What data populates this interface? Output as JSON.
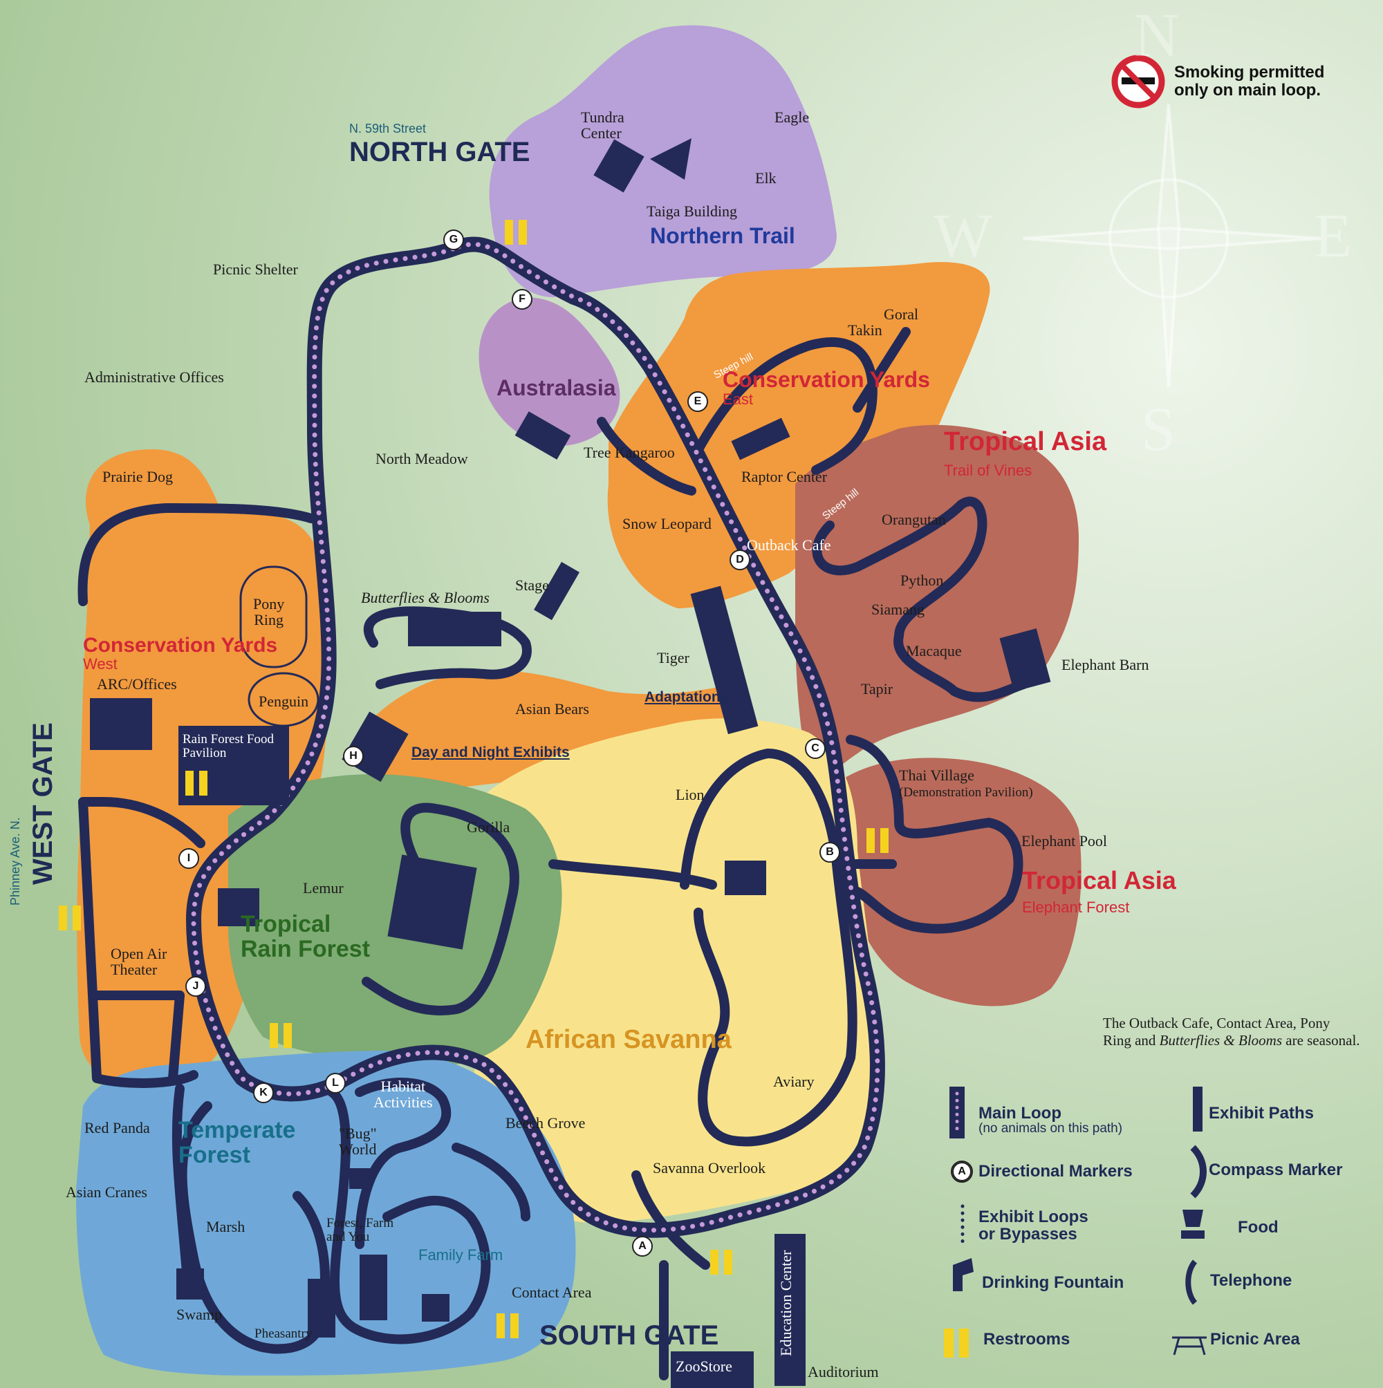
{
  "notice": {
    "line1": "Smoking permitted",
    "line2": "only on main loop.",
    "icon": "no-smoking-icon"
  },
  "compass": {
    "n": "N",
    "s": "S",
    "e": "E",
    "w": "W"
  },
  "gates": {
    "north": {
      "label": "NORTH GATE",
      "street": "N. 59th Street"
    },
    "west": {
      "label": "WEST GATE",
      "street": "Phinney Ave. N."
    },
    "south": {
      "label": "SOUTH GATE"
    }
  },
  "zones": {
    "northern_trail": "Northern Trail",
    "australasia": "Australasia",
    "cons_east": {
      "title": "Conservation Yards",
      "sub": "East"
    },
    "tropical_asia_vines": {
      "title": "Tropical Asia",
      "sub": "Trail of Vines"
    },
    "cons_west": {
      "title": "Conservation Yards",
      "sub": "West"
    },
    "adaptations": "Adaptations",
    "day_night": "Day and Night Exhibits",
    "tropical_rain_forest": {
      "line1": "Tropical",
      "line2": "Rain Forest"
    },
    "tropical_asia_elephant": {
      "title": "Tropical Asia",
      "sub": "Elephant Forest"
    },
    "african_savanna": "African Savanna",
    "temperate_forest": {
      "line1": "Temperate",
      "line2": "Forest"
    },
    "family_farm": "Family Farm"
  },
  "labels": {
    "tundra": {
      "l1": "Tundra",
      "l2": "Center"
    },
    "eagle": "Eagle",
    "elk": "Elk",
    "taiga": "Taiga Building",
    "picnic_shelter": "Picnic Shelter",
    "admin": "Administrative Offices",
    "goral": "Goral",
    "takin": "Takin",
    "steep1": "Steep hill",
    "steep2": "Steep hill",
    "north_meadow": "North Meadow",
    "tree_kangaroo": "Tree Kangaroo",
    "raptor": "Raptor Center",
    "prairie_dog": "Prairie Dog",
    "snow_leopard": "Snow Leopard",
    "outback_cafe": "Outback Cafe",
    "orangutan": "Orangutan",
    "python": "Python",
    "siamang": "Siamang",
    "stage": "Stage",
    "butterflies": "Butterflies & Blooms",
    "pony": {
      "l1": "Pony",
      "l2": "Ring"
    },
    "macaque": "Macaque",
    "elephant_barn": "Elephant Barn",
    "tiger": "Tiger",
    "tapir": "Tapir",
    "arc": "ARC/Offices",
    "penguin": "Penguin",
    "asian_bears": "Asian Bears",
    "rain_food": {
      "l1": "Rain Forest Food",
      "l2": "Pavilion"
    },
    "thai": {
      "l1": "Thai Village",
      "l2": "(Demonstration Pavilion)"
    },
    "lion": "Lion",
    "gorilla": "Gorilla",
    "elephant_pool": "Elephant Pool",
    "lemur": "Lemur",
    "open_air": {
      "l1": "Open Air",
      "l2": "Theater"
    },
    "habitat": {
      "l1": "Habitat",
      "l2": "Activities"
    },
    "aviary": "Aviary",
    "red_panda": "Red Panda",
    "bug": {
      "l1": "\"Bug\"",
      "l2": "World"
    },
    "beech": "Beech Grove",
    "asian_cranes": "Asian Cranes",
    "savanna_overlook": "Savanna Overlook",
    "marsh": "Marsh",
    "fff": {
      "l1": "Forest, Farm",
      "l2": "and You"
    },
    "contact": "Contact Area",
    "swamp": "Swamp",
    "pheasantry": "Pheasantry",
    "education": "Education Center",
    "zoostore": "ZooStore",
    "auditorium": "Auditorium"
  },
  "markers": [
    "A",
    "B",
    "C",
    "D",
    "E",
    "F",
    "G",
    "H",
    "I",
    "J",
    "K",
    "L"
  ],
  "seasonal_note": {
    "l1": "The Outback Cafe, Contact Area, Pony",
    "l2a": "Ring and ",
    "l2b": "Butterflies & Blooms",
    "l2c": " are seasonal."
  },
  "legend": {
    "main_loop": "Main Loop",
    "main_loop_sub": "(no animals on this path)",
    "exhibit_paths": "Exhibit Paths",
    "directional": "Directional Markers",
    "compass_marker": "Compass Marker",
    "loops_l1": "Exhibit Loops",
    "loops_l2": "or Bypasses",
    "food": "Food",
    "fountain": "Drinking Fountain",
    "telephone": "Telephone",
    "restrooms": "Restrooms",
    "picnic": "Picnic Area",
    "marker_letter": "A"
  },
  "colors": {
    "background": "#b9d4a9",
    "path": "#232a57",
    "loop_dots": "#c69ad8",
    "northern_trail": "#b8a0d8",
    "australasia": "#b892c6",
    "orange_zone": "#f29a3e",
    "tropical_asia": "#b96a5a",
    "african_savanna": "#f8e38c",
    "rain_forest": "#7fab74",
    "temperate_forest": "#6fa8d8",
    "zone_red": "#d22636",
    "zone_yellow_text": "#d79423",
    "zone_blue_text": "#186f8a",
    "zone_green_text": "#2a6a22"
  }
}
